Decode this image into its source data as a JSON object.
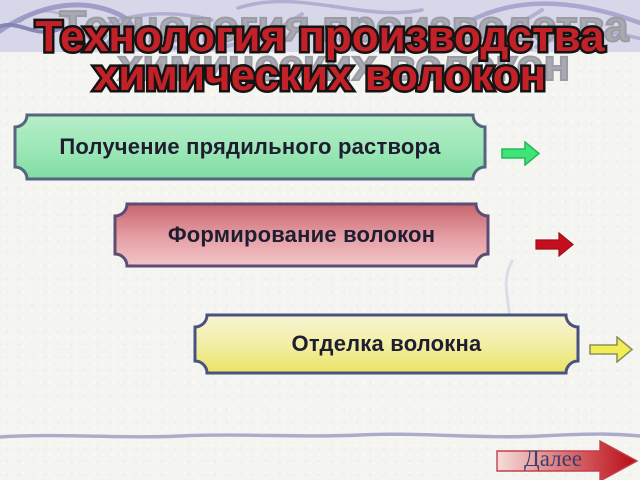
{
  "slide": {
    "title": {
      "line1": "Технология производства",
      "line2": "химических волокон"
    },
    "steps": [
      {
        "label": "Получение прядильного раствора"
      },
      {
        "label": "Формирование волокон"
      },
      {
        "label": "Отделка волокна"
      }
    ],
    "nav": {
      "next_label": "Далее"
    },
    "colors": {
      "title_red": "#c32127",
      "title_outline": "#141414",
      "title_shadow_gray": "#a9a9b2",
      "band_lavender": "#d7d7e9",
      "swirl_line": "#9494c2",
      "step1_fill_top": "#b5eec9",
      "step1_fill_bottom": "#7edda2",
      "step1_border": "#55657f",
      "step1_arrow": "#3ee477",
      "step2_fill_top": "#c9656e",
      "step2_fill_bottom": "#f2c5c8",
      "step2_border": "#5d4c74",
      "step2_arrow": "#c50f1e",
      "step3_fill_top": "#f7f5d6",
      "step3_fill_bottom": "#eae363",
      "step3_border": "#4a5280",
      "step3_arrow": "#f2ee55",
      "next_gradient_start": "#f5ded9",
      "next_gradient_end": "#b90a13",
      "next_text": "#3d3d6e",
      "divider_line": "#a7a7c8",
      "box_text": "#1e1e30"
    }
  }
}
